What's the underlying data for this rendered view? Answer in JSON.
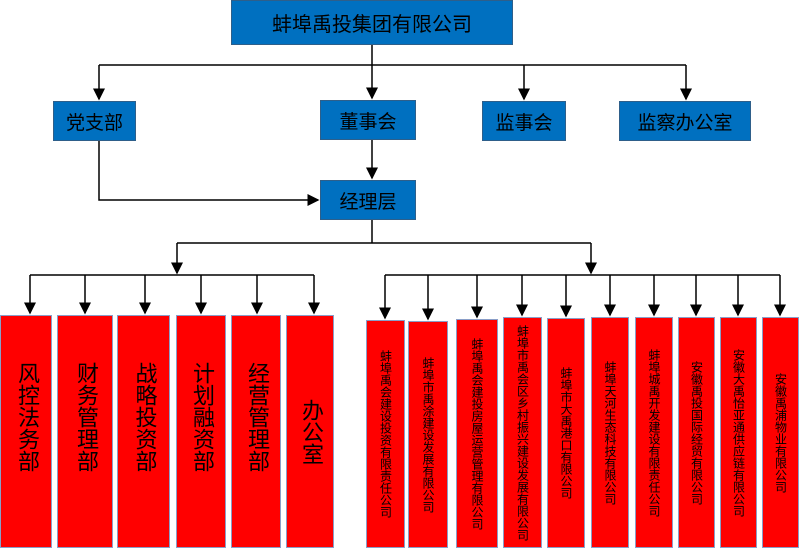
{
  "top": "蚌埠禹投集团有限公司",
  "level1": [
    "党支部",
    "董事会",
    "监事会",
    "监察办公室"
  ],
  "manager": "经理层",
  "departments": [
    "风控法务部",
    "财务管理部",
    "战略投资部",
    "计划融资部",
    "经营管理部",
    "办公室"
  ],
  "companies": [
    "蚌埠禹会建设投资有限责任公司",
    "蚌埠市禹涂建设发展有限公司",
    "蚌埠禹会建投房屋运营管理有限公司",
    "蚌埠市禹会区乡村振兴建设发展有限公司",
    "蚌埠市大禹港口有限公司",
    "蚌埠天河生态科技有限公司",
    "蚌埠城禹开发建设有限责任公司",
    "安徽禹投国际经贸有限公司",
    "安徽大禹怡亚通供应链有限公司",
    "安徽禹浦物业有限公司"
  ],
  "colors": {
    "blue": "#0070c0",
    "red": "#ff0000"
  }
}
